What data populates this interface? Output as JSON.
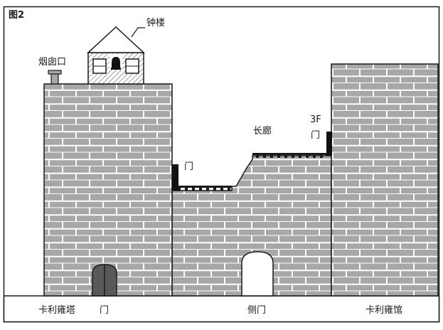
{
  "figure": {
    "label": "图2"
  },
  "labels": {
    "chimney": "烟囱口",
    "bell_tower": "钟楼",
    "corridor": "长廊",
    "floor_3f": "3F",
    "door_corridor": "门",
    "door_3f": "门"
  },
  "ground": {
    "left": "卡利雍塔",
    "left_door": "门",
    "middle": "侧门",
    "right": "卡利雍馆"
  },
  "colors": {
    "brick_fill": "#a7a7a7",
    "mortar": "#ffffff",
    "outline": "#1a1a1a",
    "door_dark": "#595959",
    "door_black": "#111111",
    "roof_fill": "#ffffff"
  }
}
